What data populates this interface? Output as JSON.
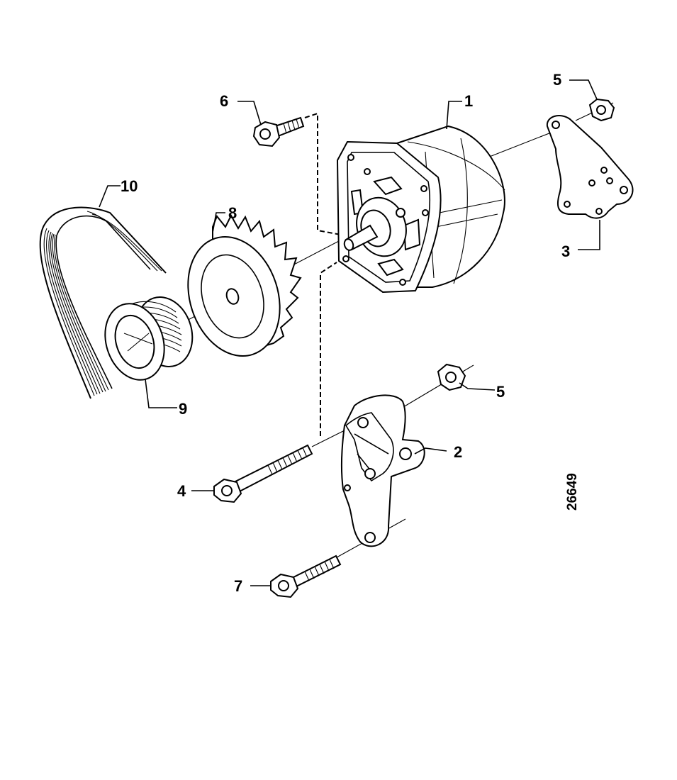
{
  "diagram": {
    "reference_number": "26649",
    "callouts": [
      {
        "id": "alternator",
        "label": "1"
      },
      {
        "id": "lower-bracket",
        "label": "2"
      },
      {
        "id": "upper-bracket",
        "label": "3"
      },
      {
        "id": "long-bolt",
        "label": "4"
      },
      {
        "id": "nut-upper",
        "label": "5"
      },
      {
        "id": "nut-lower",
        "label": "5"
      },
      {
        "id": "bolt-top",
        "label": "6"
      },
      {
        "id": "bolt-bottom",
        "label": "7"
      },
      {
        "id": "fan",
        "label": "8"
      },
      {
        "id": "pulley",
        "label": "9"
      },
      {
        "id": "belt",
        "label": "10"
      }
    ]
  }
}
